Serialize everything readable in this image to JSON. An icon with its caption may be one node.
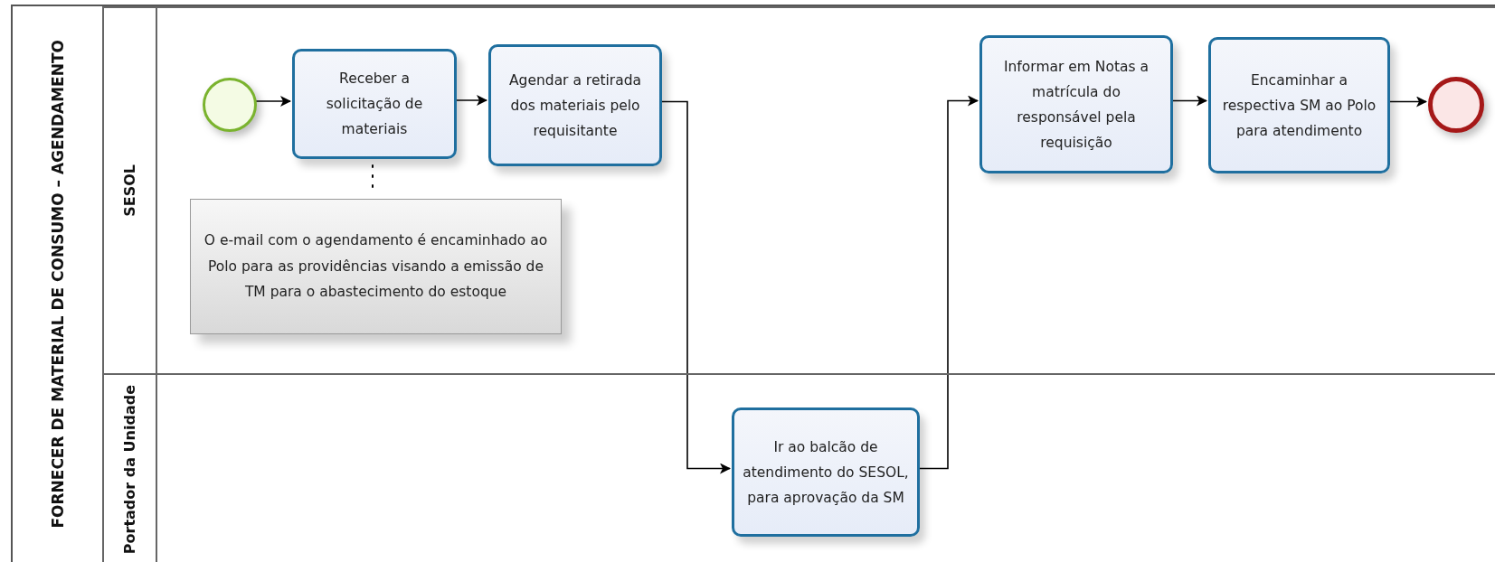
{
  "diagram": {
    "nodes": [
      {
        "text": [
          "FORNECER DE MATERIAL DE CONSUMO – AGENDAMENTO"
        ]
      },
      {
        "text": [
          "SESOL"
        ],
        "in": 0
      },
      {
        "text": [
          "Portador da Unidade"
        ],
        "in": 0
      },
      {
        "text": [],
        "shape": "circle",
        "in": 1
      },
      {
        "text": [
          "Receber a solicitação de materiais"
        ],
        "in": 1
      },
      {
        "text": [
          "Agendar a retirada dos materiais pelo requisitante"
        ],
        "in": 1
      },
      {
        "text": [
          "O e-mail com o agendamento é encaminhado ao Polo para as providências visando a emissão de TM para o abastecimento do estoque"
        ],
        "in": 1
      },
      {
        "text": [
          "Informar em Notas a matrícula do responsável pela requisição"
        ],
        "in": 1
      },
      {
        "text": [
          "Encaminhar a respectiva SM ao Polo para atendimento"
        ],
        "in": 1
      },
      {
        "text": [],
        "shape": "circle",
        "in": 1
      },
      {
        "text": [
          "Ir ao balcão de atendimento do SESOL, para aprovação da SM"
        ],
        "in": 2
      }
    ],
    "edges": [
      {
        "from": 3,
        "to": 4,
        "arrow": "to"
      },
      {
        "from": 4,
        "to": 5,
        "arrow": "to"
      },
      {
        "from": 5,
        "to": 10,
        "arrow": "to"
      },
      {
        "from": 10,
        "to": 7,
        "arrow": "to"
      },
      {
        "from": 7,
        "to": 8,
        "arrow": "to"
      },
      {
        "from": 8,
        "to": 9,
        "arrow": "to"
      },
      {
        "from": 4,
        "to": 6,
        "arrow": "none",
        "style": "dashed"
      }
    ]
  }
}
